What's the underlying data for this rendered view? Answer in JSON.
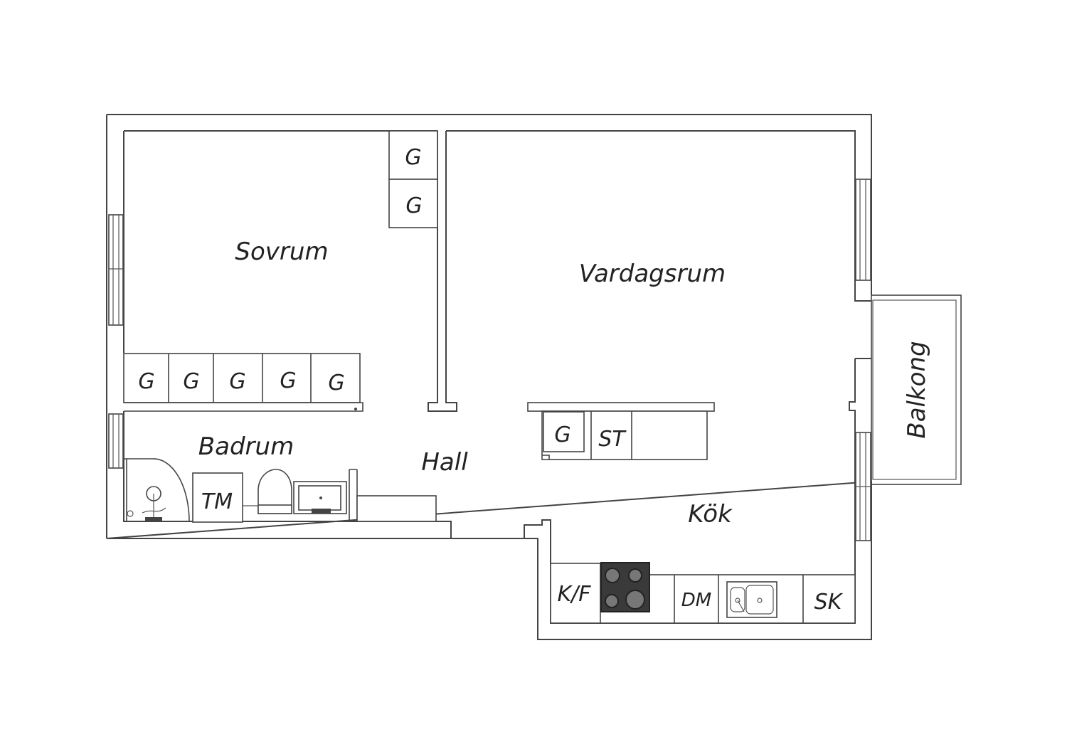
{
  "rooms": {
    "sovrum": "Sovrum",
    "vardagsrum": "Vardagsrum",
    "badrum": "Badrum",
    "hall": "Hall",
    "kok": "Kök",
    "balkong": "Balkong"
  },
  "fixtures": {
    "wardrobe": "G",
    "tm": "TM",
    "st": "ST",
    "kf": "K/F",
    "dm": "DM",
    "sk": "SK"
  },
  "colors": {
    "wall": "#444444",
    "stove": "#3a3a3a",
    "background": "#ffffff"
  }
}
